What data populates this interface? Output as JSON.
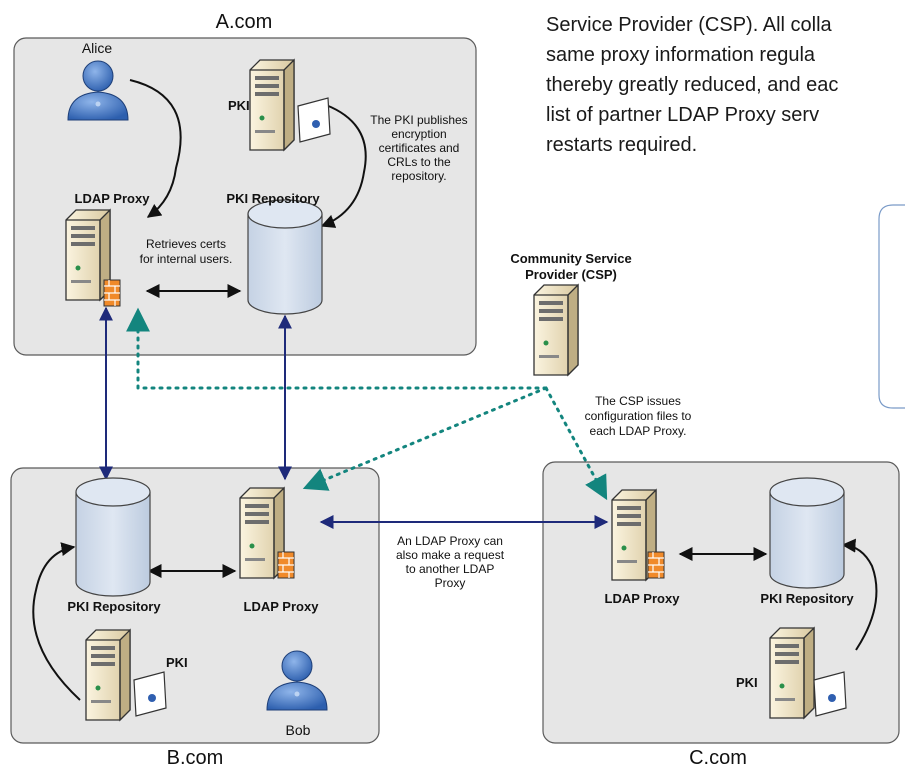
{
  "top_text": {
    "line1_partial": "Service Provider (CSP). All colla",
    "line2_partial": "same proxy information regula",
    "line3_partial": "thereby greatly reduced, and eac",
    "line4_partial": "list of partner LDAP Proxy serv",
    "line5_partial": "restarts required."
  },
  "domains": {
    "a": "A.com",
    "b": "B.com",
    "c": "C.com"
  },
  "people": {
    "alice": "Alice",
    "bob": "Bob"
  },
  "labels": {
    "pki": "PKI",
    "ldap_proxy": "LDAP Proxy",
    "pki_repository": "PKI Repository",
    "csp_line1": "Community Service",
    "csp_line2": "Provider (CSP)"
  },
  "notes": {
    "pki_publishes": [
      "The PKI publishes",
      "encryption",
      "certificates and",
      "CRLs to the",
      "repository."
    ],
    "retrieves_certs": [
      "Retrieves certs",
      "for internal users."
    ],
    "csp_issues": [
      "The CSP issues",
      "configuration files to",
      "each LDAP Proxy."
    ],
    "proxy_request": [
      "An LDAP Proxy can",
      "also make a request",
      "to another LDAP",
      "Proxy"
    ]
  },
  "colors": {
    "panel_fill": "#e6e6e6",
    "panel_stroke": "#5a5a5a",
    "cylinder_fill": "#d3deec",
    "arrow_blue": "#1e2a7a",
    "arrow_dotted": "#13857e",
    "person_blue": "#3f78c8"
  }
}
